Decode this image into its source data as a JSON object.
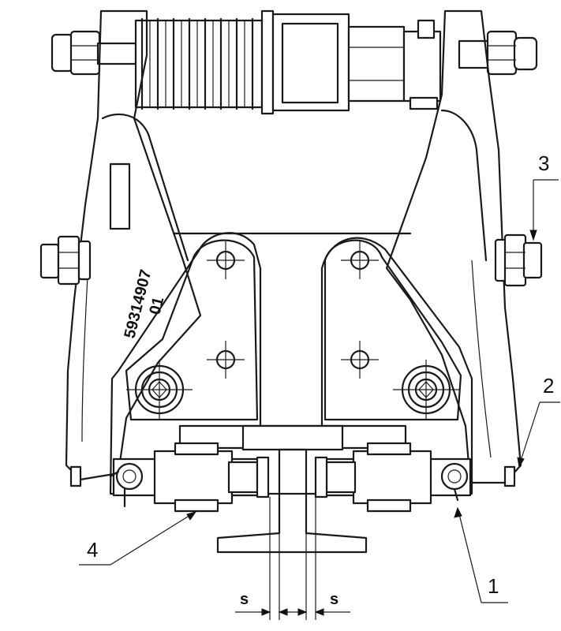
{
  "part_number": "59314907",
  "part_number_suffix": "01",
  "callouts": [
    {
      "id": "1",
      "label": "1"
    },
    {
      "id": "2",
      "label": "2"
    },
    {
      "id": "3",
      "label": "3"
    },
    {
      "id": "4",
      "label": "4"
    }
  ],
  "gap_labels": {
    "left": "s",
    "right": "s"
  }
}
